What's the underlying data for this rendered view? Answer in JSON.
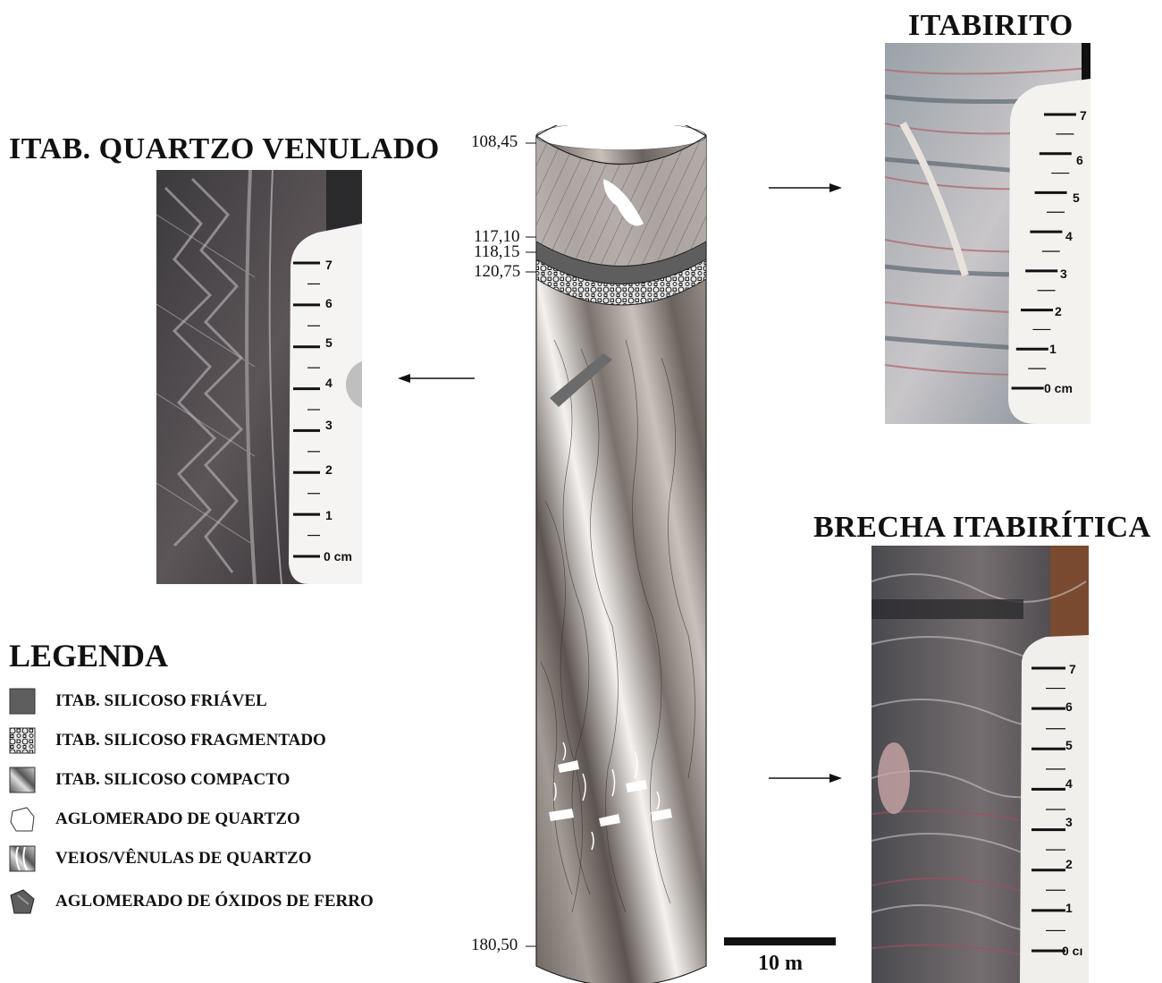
{
  "photos": {
    "itabirito": {
      "title": "ITABIRITO",
      "scale_unit": "0 cm",
      "scale_ticks": [
        "7",
        "6",
        "5",
        "4",
        "3",
        "2",
        "1"
      ]
    },
    "quartzo_venulado": {
      "title": "ITAB. QUARTZO VENULADO",
      "scale_unit": "0 cm",
      "scale_ticks": [
        "7",
        "6",
        "5",
        "4",
        "3",
        "2",
        "1"
      ]
    },
    "brecha": {
      "title": "BRECHA ITABIRÍTICA",
      "scale_unit": "0 cı",
      "scale_ticks": [
        "7",
        "6",
        "5",
        "4",
        "3",
        "2",
        "1"
      ]
    }
  },
  "column": {
    "depths": [
      "108,45",
      "117,10",
      "118,15",
      "120,75",
      "180,50"
    ],
    "scale_bar_label": "10 m"
  },
  "legend": {
    "title": "LEGENDA",
    "items": [
      {
        "label": "ITAB. SILICOSO FRIÁVEL",
        "icon": "solid-dark-swatch"
      },
      {
        "label": "ITAB. SILICOSO FRAGMENTADO",
        "icon": "circles-pattern-swatch"
      },
      {
        "label": "ITAB. SILICOSO COMPACTO",
        "icon": "diagonal-gradient-swatch"
      },
      {
        "label": "AGLOMERADO DE QUARTZO",
        "icon": "white-blob-swatch"
      },
      {
        "label": "VEIOS/VÊNULAS DE QUARTZO",
        "icon": "veins-swatch"
      },
      {
        "label": "AGLOMERADO DE ÓXIDOS DE FERRO",
        "icon": "dark-polygon-swatch"
      }
    ]
  }
}
